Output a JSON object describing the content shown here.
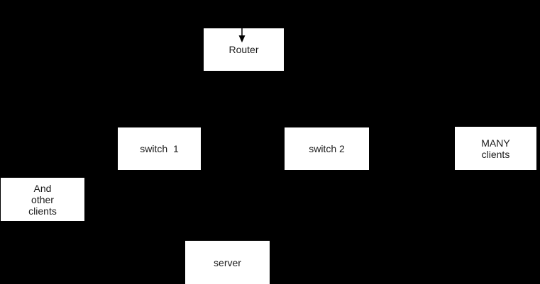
{
  "diagram": {
    "colors": {
      "background": "#000000",
      "node_fill": "#ffffff",
      "node_text": "#1a1a1a",
      "arrow": "#000000"
    },
    "nodes": [
      {
        "id": "router",
        "label": "Router"
      },
      {
        "id": "switch-1",
        "label": "switch  1"
      },
      {
        "id": "switch-2",
        "label": "switch 2"
      },
      {
        "id": "many-clients",
        "label": "MANY\nclients"
      },
      {
        "id": "and-other-clients",
        "label": "And\nother\nclients"
      },
      {
        "id": "server",
        "label": "server"
      }
    ],
    "arrow_icon": "down-arrow-into-router"
  }
}
